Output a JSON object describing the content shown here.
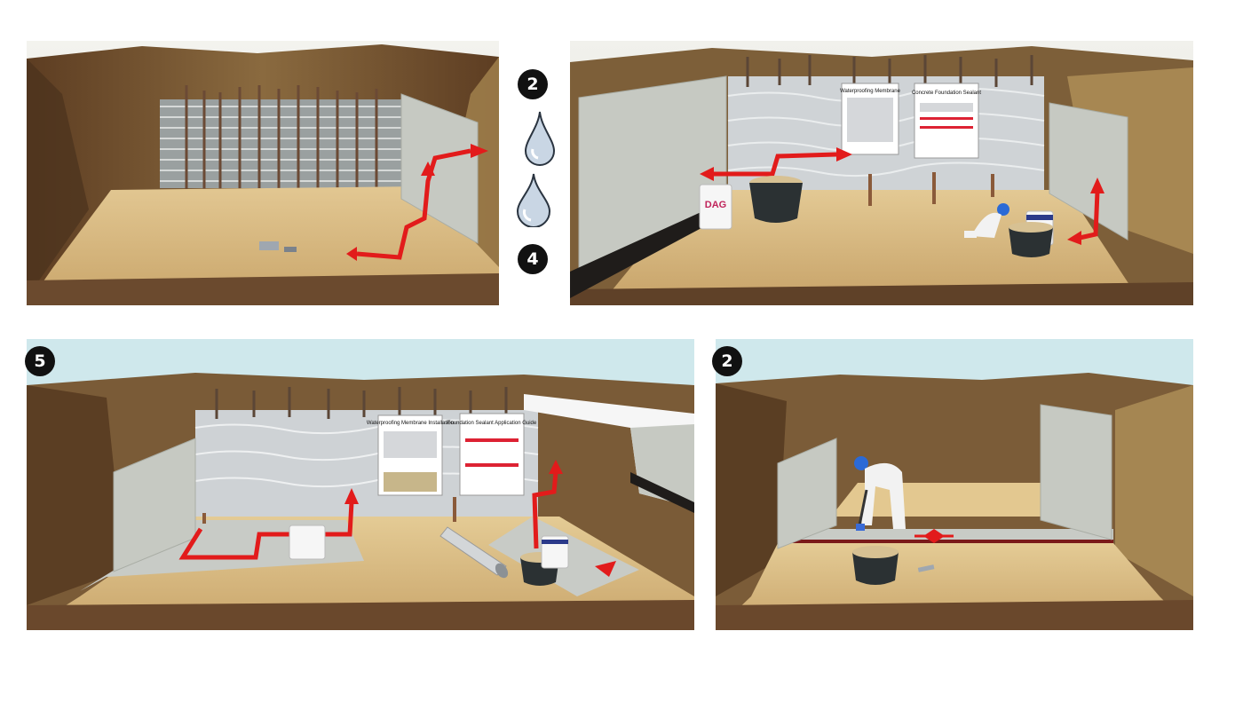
{
  "step_markers": [
    "2",
    "4",
    "5",
    "2"
  ],
  "drop_icons": [
    "water-drop-icon",
    "water-drop-icon"
  ],
  "poster_texts": {
    "panel2_left": "Waterproofing Membrane",
    "panel2_right": "Concrete Foundation Sealant",
    "panel3_left": "Waterproofing Membrane Installation",
    "panel3_right": "Foundation Sealant Application Guide"
  },
  "bucket_label": "DAG",
  "colors": {
    "soil_light": "#d8b980",
    "soil_dark": "#6e4a2a",
    "sky": "#cfe8ec",
    "membrane": "#d9dde0",
    "panel_wall": "#c6c9c2",
    "arrow_red": "#e21b1b",
    "badge": "#111111",
    "drop_fill": "#c9d6e4"
  }
}
